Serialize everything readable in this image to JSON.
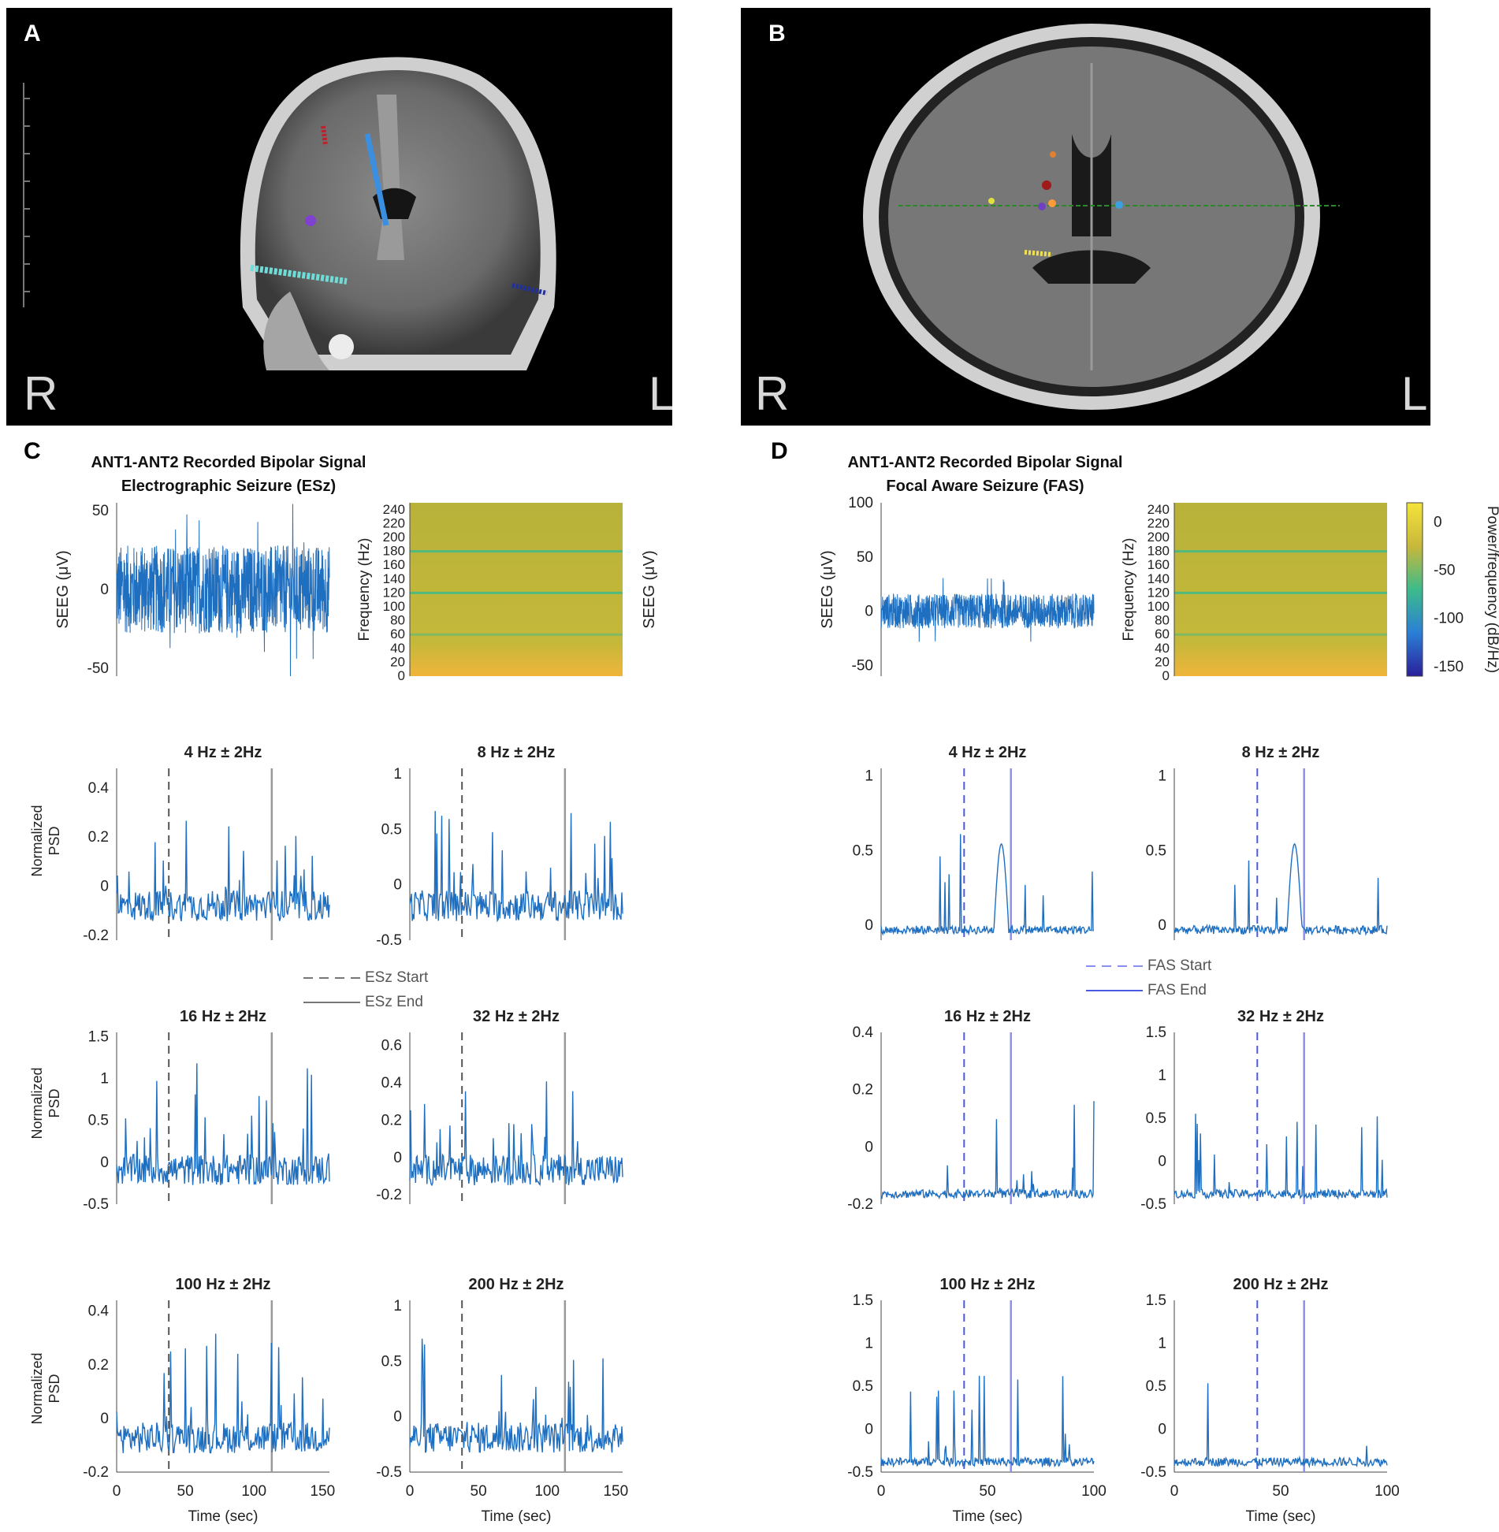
{
  "panels": {
    "a": "A",
    "b": "B",
    "c": "C",
    "d": "D"
  },
  "mri": {
    "side_right": "R",
    "side_left": "L"
  },
  "colors": {
    "signal": "#1f6fc1",
    "esz_marker": "#666666",
    "fas_marker": "#4a5ae0"
  },
  "panel_c": {
    "title_line1": "ANT1-ANT2 Recorded Bipolar Signal",
    "title_line2": "Electrographic Seizure (ESz)",
    "legend_start": "ESz Start",
    "legend_end": "ESz End"
  },
  "panel_d": {
    "title_line1": "ANT1-ANT2 Recorded Bipolar Signal",
    "title_line2": "Focal Aware Seizure (FAS)",
    "legend_start": "FAS Start",
    "legend_end": "FAS End"
  },
  "labels": {
    "seeg_ylabel": "SEEG (μV)",
    "freq_ylabel": "Frequency (Hz)",
    "psd_ylabel_line1": "Normalized",
    "psd_ylabel_line2": "PSD",
    "time_xlabel": "Time (sec)",
    "colorbar_label": "Power/frequency (dB/Hz)"
  },
  "colorbar": {
    "ticks": [
      "0",
      "-50",
      "-100",
      "-150"
    ],
    "range": [
      -160,
      20
    ]
  },
  "freq_ticks": [
    "240",
    "220",
    "200",
    "180",
    "160",
    "140",
    "120",
    "100",
    "80",
    "60",
    "40",
    "20",
    "0"
  ],
  "chart_data": [
    {
      "id": "c-seeg",
      "type": "line",
      "ylabel": "SEEG (μV)",
      "yticks": [
        "50",
        "0",
        "-50"
      ],
      "ylim": [
        -55,
        55
      ],
      "x_range": [
        0,
        150
      ],
      "description_range": [
        -45,
        50
      ]
    },
    {
      "id": "c-spec",
      "type": "heatmap",
      "ylabel": "Frequency (Hz)",
      "ylim": [
        0,
        250
      ]
    },
    {
      "id": "c-4",
      "type": "line",
      "title": "4 Hz ± 2Hz",
      "ylim": [
        -0.22,
        0.48
      ],
      "yticks": [
        "0.4",
        "0.2",
        "0",
        "-0.2"
      ],
      "xlim": [
        0,
        155
      ],
      "start": 38,
      "end": 113
    },
    {
      "id": "c-8",
      "type": "line",
      "title": "8 Hz ± 2Hz",
      "ylim": [
        -0.5,
        1.05
      ],
      "yticks": [
        "1",
        "0.5",
        "0",
        "-0.5"
      ],
      "xlim": [
        0,
        155
      ],
      "start": 38,
      "end": 113
    },
    {
      "id": "c-16",
      "type": "line",
      "title": "16 Hz ± 2Hz",
      "ylim": [
        -0.5,
        1.55
      ],
      "yticks": [
        "1.5",
        "1",
        "0.5",
        "0",
        "-0.5"
      ],
      "xlim": [
        0,
        155
      ],
      "start": 38,
      "end": 113
    },
    {
      "id": "c-32",
      "type": "line",
      "title": "32 Hz ± 2Hz",
      "ylim": [
        -0.25,
        0.67
      ],
      "yticks": [
        "0.6",
        "0.4",
        "0.2",
        "0",
        "-0.2"
      ],
      "xlim": [
        0,
        155
      ],
      "start": 38,
      "end": 113
    },
    {
      "id": "c-100",
      "type": "line",
      "title": "100 Hz ± 2Hz",
      "ylim": [
        -0.2,
        0.44
      ],
      "yticks": [
        "0.4",
        "0.2",
        "0",
        "-0.2"
      ],
      "xlim": [
        0,
        155
      ],
      "start": 38,
      "end": 113,
      "xticks": [
        "0",
        "50",
        "100",
        "150"
      ],
      "xlabel": "Time (sec)"
    },
    {
      "id": "c-200",
      "type": "line",
      "title": "200 Hz ± 2Hz",
      "ylim": [
        -0.5,
        1.05
      ],
      "yticks": [
        "1",
        "0.5",
        "0",
        "-0.5"
      ],
      "xlim": [
        0,
        155
      ],
      "start": 38,
      "end": 113,
      "xticks": [
        "0",
        "50",
        "100",
        "150"
      ],
      "xlabel": "Time (sec)"
    },
    {
      "id": "d-seeg",
      "type": "line",
      "ylabel": "SEEG (μV)",
      "yticks": [
        "100",
        "50",
        "0",
        "-50"
      ],
      "ylim": [
        -60,
        100
      ],
      "x_range": [
        0,
        100
      ]
    },
    {
      "id": "d-spec",
      "type": "heatmap",
      "ylabel": "Frequency (Hz)",
      "ylim": [
        0,
        250
      ]
    },
    {
      "id": "d-4",
      "type": "line",
      "title": "4 Hz ± 2Hz",
      "ylim": [
        -0.1,
        1.05
      ],
      "yticks": [
        "1",
        "0.5",
        "0"
      ],
      "xlim": [
        0,
        100
      ],
      "start": 39,
      "end": 61
    },
    {
      "id": "d-8",
      "type": "line",
      "title": "8 Hz ± 2Hz",
      "ylim": [
        -0.1,
        1.05
      ],
      "yticks": [
        "1",
        "0.5",
        "0"
      ],
      "xlim": [
        0,
        100
      ],
      "start": 39,
      "end": 61
    },
    {
      "id": "d-16",
      "type": "line",
      "title": "16 Hz ± 2Hz",
      "ylim": [
        -0.2,
        0.4
      ],
      "yticks": [
        "0.4",
        "0.2",
        "0",
        "-0.2"
      ],
      "xlim": [
        0,
        100
      ],
      "start": 39,
      "end": 61
    },
    {
      "id": "d-32",
      "type": "line",
      "title": "32 Hz ± 2Hz",
      "ylim": [
        -0.5,
        1.5
      ],
      "yticks": [
        "1.5",
        "1",
        "0.5",
        "0",
        "-0.5"
      ],
      "xlim": [
        0,
        100
      ],
      "start": 39,
      "end": 61
    },
    {
      "id": "d-100",
      "type": "line",
      "title": "100 Hz ± 2Hz",
      "ylim": [
        -0.5,
        1.5
      ],
      "yticks": [
        "1.5",
        "1",
        "0.5",
        "0",
        "-0.5"
      ],
      "xlim": [
        0,
        100
      ],
      "start": 39,
      "end": 61,
      "xticks": [
        "0",
        "50",
        "100"
      ],
      "xlabel": "Time (sec)"
    },
    {
      "id": "d-200",
      "type": "line",
      "title": "200 Hz ± 2Hz",
      "ylim": [
        -0.5,
        1.5
      ],
      "yticks": [
        "1.5",
        "1",
        "0.5",
        "0",
        "-0.5"
      ],
      "xlim": [
        0,
        100
      ],
      "start": 39,
      "end": 61,
      "xticks": [
        "0",
        "50",
        "100"
      ],
      "xlabel": "Time (sec)"
    }
  ]
}
